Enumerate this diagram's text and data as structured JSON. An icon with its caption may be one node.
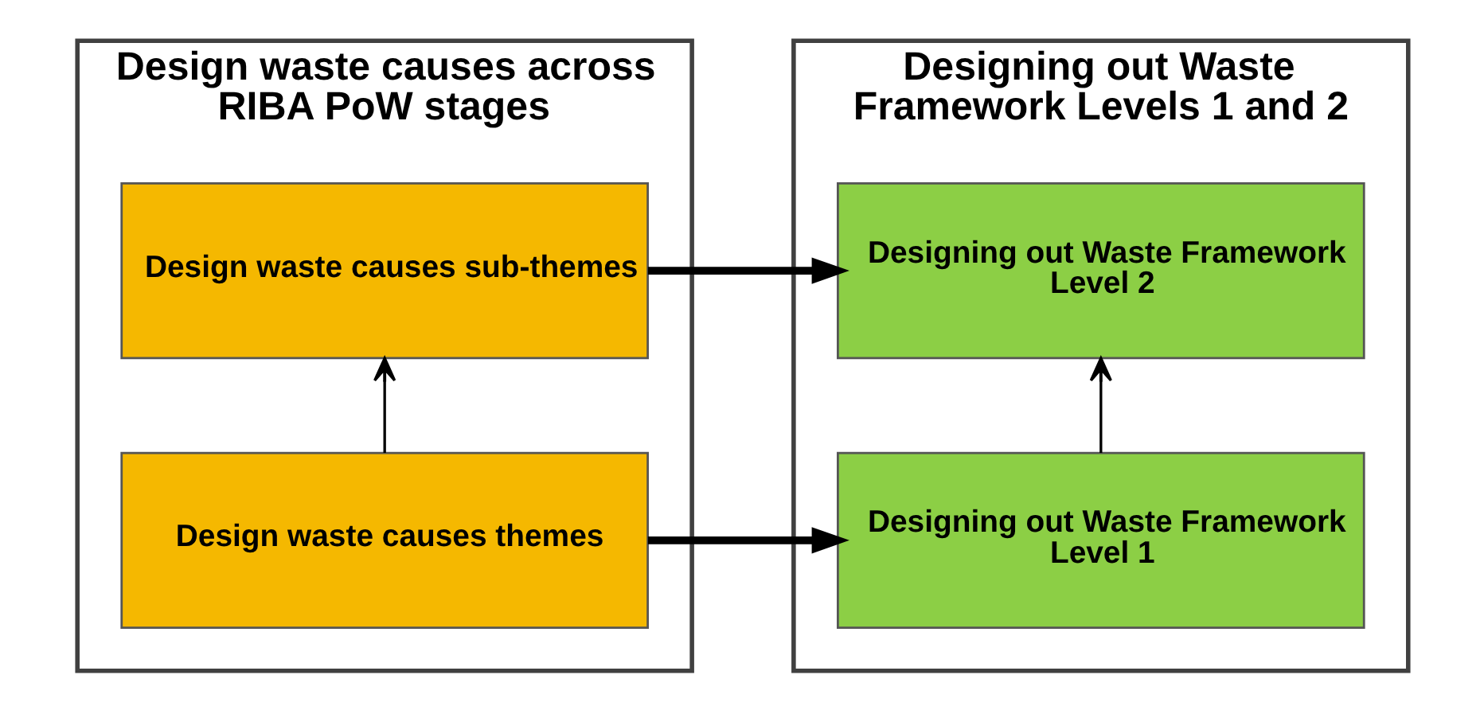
{
  "diagram": {
    "nodes": [
      {
        "text": [
          "Design waste causes across RIBA PoW stages"
        ]
      },
      {
        "text": [
          "Design waste causes themes"
        ],
        "in": 0
      },
      {
        "text": [
          "Design waste causes sub-themes"
        ],
        "in": 0
      },
      {
        "text": [
          "Designing out Waste Framework Levels 1 and 2"
        ]
      },
      {
        "text": [
          "Designing out Waste Framework Level 1"
        ],
        "in": 3
      },
      {
        "text": [
          "Designing out Waste Framework Level 2"
        ],
        "in": 3
      }
    ],
    "edges": [
      {
        "from": 1,
        "to": 2,
        "arrow": "to"
      },
      {
        "from": 4,
        "to": 5,
        "arrow": "to"
      },
      {
        "from": 1,
        "to": 4,
        "arrow": "to",
        "style": "thick"
      },
      {
        "from": 2,
        "to": 5,
        "arrow": "to",
        "style": "thick"
      }
    ]
  }
}
